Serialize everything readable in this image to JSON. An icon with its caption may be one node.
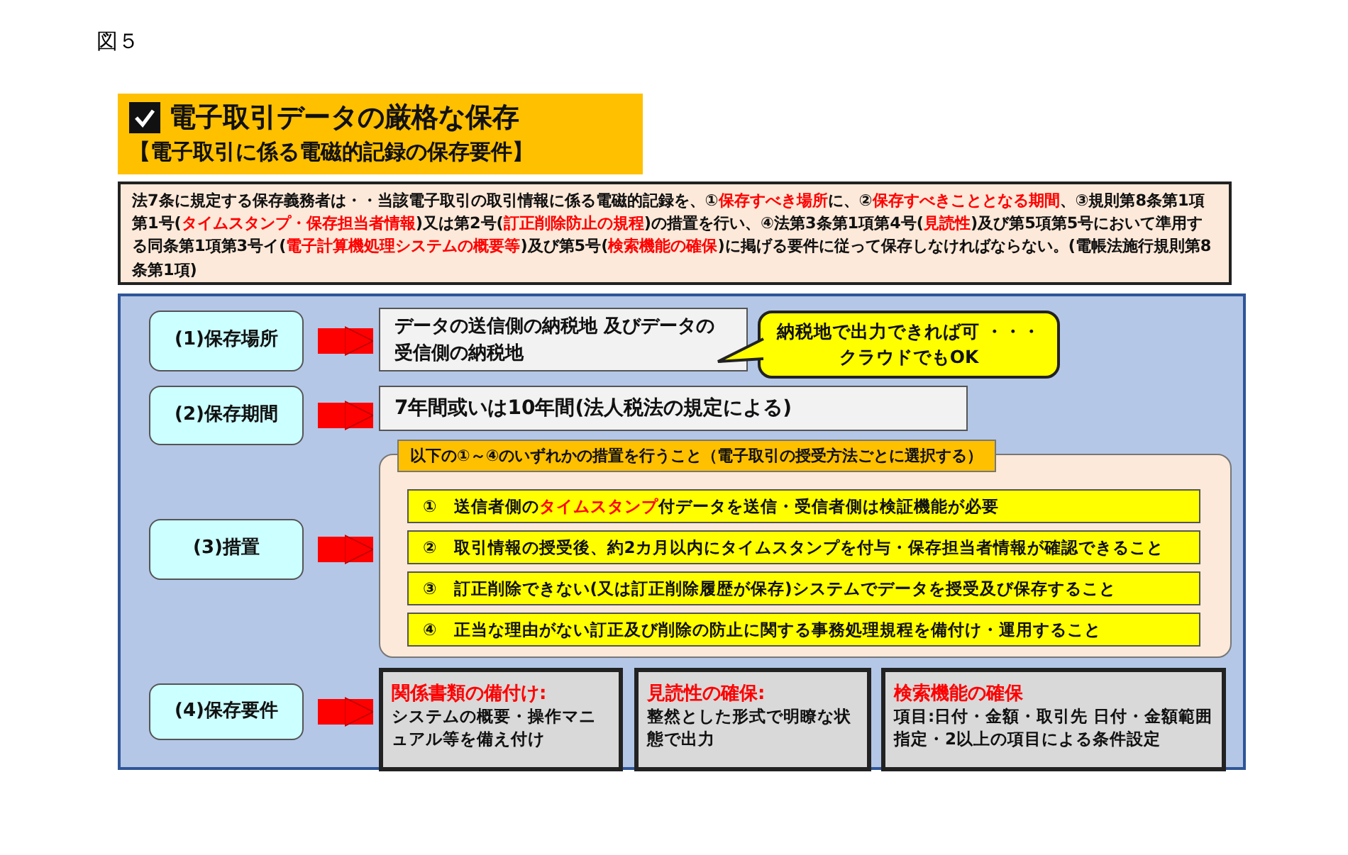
{
  "diagram": {
    "nodes": [
      {
        "text": [
          "電子取引データの厳格な保存",
          "【電子取引に係る電磁的記録の保存要件】"
        ]
      },
      {
        "text": [
          "法7条に規定する保存義務者は・・当該電子取引の取引情報に係る電磁的記録を、①**保存すべき場所**に、②**保存すべきこととなる期間**、③規則第8条第1項第1号(**タイムスタンプ・保存担当者情報**)又は第2号(**訂正削除防止の規程**)の措置を行い、④法第3条第1項第4号(**見読性**)及び第5項第5号において準用する同条第1項第3号イ(**電子計算機処理システムの概要等**)及び第5号(**検索機能の確保**)に掲げる要件に従って保存しなければならない。(電帳法施行規則第8条第1項)"
        ]
      },
      {
        "text": [],
        "shape": "box"
      },
      {
        "text": [
          "(1)保存場所"
        ],
        "in": 2
      },
      {
        "text": [
          "データの送信側の納税地 及びデータの受信側の納税地"
        ],
        "in": 2
      },
      {
        "text": [
          "納税地で出力できれば可 ・・・クラウドでもOK"
        ],
        "in": 2
      },
      {
        "text": [
          "(2)保存期間"
        ],
        "in": 2
      },
      {
        "text": [
          "7年間或いは10年間(法人税法の規定による)"
        ],
        "in": 2
      },
      {
        "text": [
          "(3)措置"
        ],
        "in": 2
      },
      {
        "text": [
          "以下の①～④のいずれかの措置を行うこと（電子取引の授受方法ごとに選択する）"
        ],
        "in": 2
      },
      {
        "text": [
          "①",
          "送信者側の**タイムスタンプ**付データを送信・受信者側は検証機能が必要"
        ],
        "in": 9
      },
      {
        "text": [
          "②",
          "取引情報の授受後、約2カ月以内にタイムスタンプを付与・保存担当者情報が確認できること"
        ],
        "in": 9
      },
      {
        "text": [
          "③",
          "訂正削除できない(又は訂正削除履歴が保存)システムでデータを授受及び保存すること"
        ],
        "in": 9
      },
      {
        "text": [
          "④",
          "正当な理由がない訂正及び削除の防止に関する事務処理規程を備付け・運用すること"
        ],
        "in": 9
      },
      {
        "text": [
          "(4)保存要件"
        ],
        "in": 2
      },
      {
        "text": [
          "関係書類の備付け:",
          "システムの概要・操作マニュアル等を備え付け"
        ],
        "in": 2
      },
      {
        "text": [
          "見読性の確保:",
          "整然とした形式で明瞭な状態で出力"
        ],
        "in": 2
      },
      {
        "text": [
          "検索機能の確保",
          "項目:日付・金額・取引先 日付・金額範囲指定・2以上の項目による条件設定"
        ],
        "in": 2
      }
    ],
    "edges": [
      {
        "from": 3,
        "to": 4,
        "arrow": "to"
      },
      {
        "from": 6,
        "to": 7,
        "arrow": "to"
      },
      {
        "from": 8,
        "to": 9,
        "arrow": "to"
      },
      {
        "from": 14,
        "to": 15,
        "arrow": "to"
      }
    ],
    "labels": [
      "図５"
    ]
  }
}
